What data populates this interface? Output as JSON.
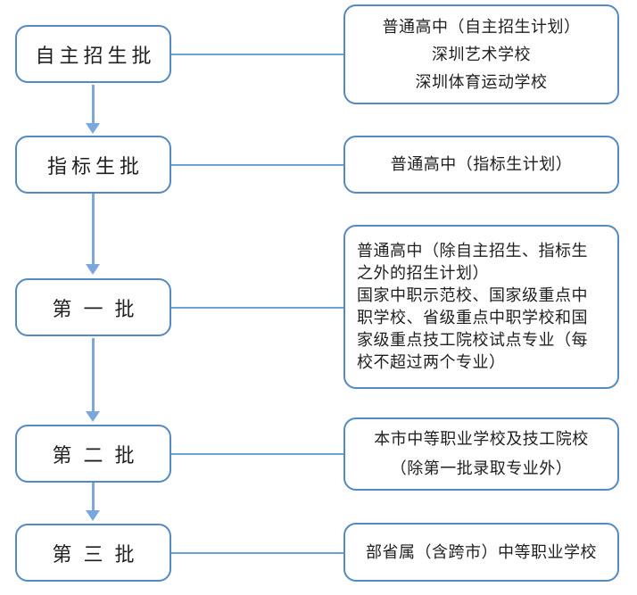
{
  "diagram": {
    "title": "",
    "colors": {
      "background": "#ffffff",
      "box_border": "#5589c2",
      "connector": "#6ea0d4",
      "arrow": "#7ba7dc",
      "text": "#1f1f1f"
    },
    "rows": [
      {
        "left": "自主招生批",
        "right_lines": [
          "普通高中（自主招生计划）",
          "深圳艺术学校",
          "深圳体育运动学校"
        ]
      },
      {
        "left": "指标生批",
        "right_lines": [
          "普通高中（指标生计划）"
        ]
      },
      {
        "left": "第一批",
        "right_lines": [
          "普通高中（除自主招生、指标生",
          "之外的招生计划）",
          "国家中职示范校、国家级重点中",
          "职学校、省级重点中职学校和国",
          "家级重点技工院校试点专业（每",
          "校不超过两个专业）"
        ]
      },
      {
        "left": "第二批",
        "right_lines": [
          "本市中等职业学校及技工院校",
          "（除第一批录取专业外）"
        ]
      },
      {
        "left": "第三批",
        "right_lines": [
          "部省属（含跨市）中等职业学校"
        ]
      }
    ]
  }
}
